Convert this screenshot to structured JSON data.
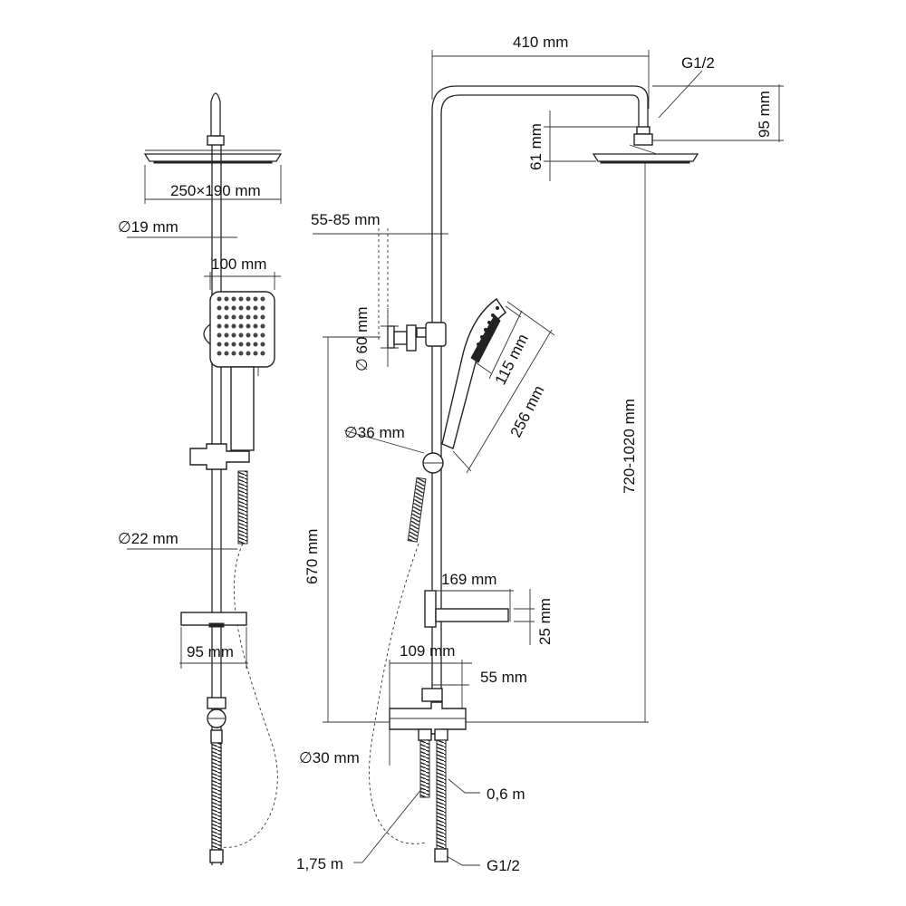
{
  "labels": {
    "head_width": "410 mm",
    "thread_top": "G1/2",
    "head_drop": "95 mm",
    "head_height": "61 mm",
    "showerhead_size": "250×190 mm",
    "pipe_dia": "∅19 mm",
    "arm_offset": "55-85 mm",
    "handshower_width": "100 mm",
    "holder_dia": "∅ 60 mm",
    "hand_head_len": "115 mm",
    "hand_total_len": "256 mm",
    "slider_dia": "∅36 mm",
    "total_height": "720-1020 mm",
    "mixer_height": "670 mm",
    "bar_dia": "∅22 mm",
    "shelf_depth": "169 mm",
    "shelf_height": "25 mm",
    "shelf_width": "95 mm",
    "mixer_len": "109 mm",
    "mixer_offset": "55 mm",
    "outlet_dia": "∅30 mm",
    "hose_short": "0,6 m",
    "hose_long": "1,75 m",
    "thread_bottom": "G1/2"
  }
}
